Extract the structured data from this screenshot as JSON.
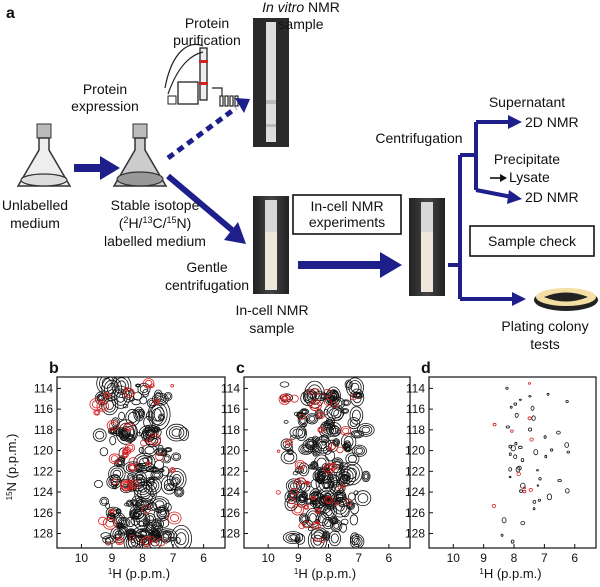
{
  "panel_labels": {
    "a": "a",
    "b": "b",
    "c": "c",
    "d": "d"
  },
  "workflow": {
    "protein_expression": [
      "Protein",
      "expression"
    ],
    "unlabelled_medium": [
      "Unlabelled",
      "medium"
    ],
    "labelled_medium": [
      "Stable isotope",
      "(2H/13C/15N)",
      "labelled medium"
    ],
    "protein_purification": [
      "Protein",
      "purification"
    ],
    "in_vitro_sample": {
      "italic": "In vitro",
      "rest": " NMR",
      "line2": "sample"
    },
    "gentle_centrifugation": [
      "Gentle",
      "centrifugation"
    ],
    "in_cell_sample": [
      "In-cell NMR",
      "sample"
    ],
    "in_cell_experiments": [
      "In-cell NMR",
      "experiments"
    ],
    "centrifugation": "Centrifugation",
    "supernatant": "Supernatant",
    "supernatant_nmr": "2D NMR",
    "precipitate": "Precipitate",
    "lysate": "Lysate",
    "precipitate_nmr": "2D NMR",
    "sample_check": "Sample check",
    "plating": [
      "Plating colony",
      "tests"
    ]
  },
  "spectra": {
    "x_ticks": [
      "10",
      "9",
      "8",
      "7",
      "6"
    ],
    "y_ticks": [
      "114",
      "116",
      "118",
      "120",
      "122",
      "124",
      "126",
      "128"
    ],
    "x_label_sup": "1",
    "x_label_main": "H (p.p.m.)",
    "y_label_sup": "15",
    "y_label_main": "N (p.p.m.)",
    "x_range": [
      10.8,
      5.3
    ],
    "y_range": [
      112.9,
      129.4
    ]
  },
  "colors": {
    "arrow": "#1f1f8c",
    "peak_black": "#111111",
    "peak_red": "#d62020"
  }
}
